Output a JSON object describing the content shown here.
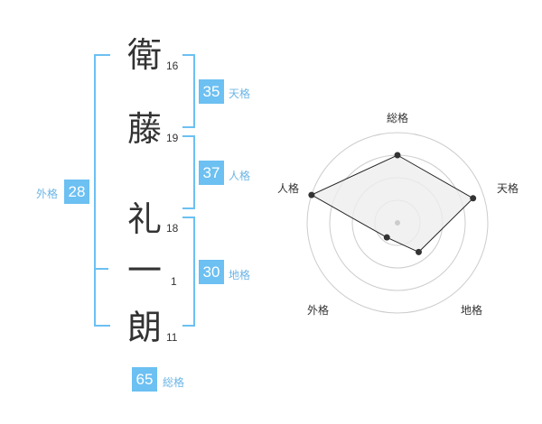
{
  "name": {
    "chars": [
      {
        "char": "衛",
        "strokes": "16"
      },
      {
        "char": "藤",
        "strokes": "19"
      },
      {
        "char": "礼",
        "strokes": "18"
      },
      {
        "char": "一",
        "strokes": "1"
      },
      {
        "char": "朗",
        "strokes": "11"
      }
    ]
  },
  "fortune": {
    "tenkaku": {
      "value": "35",
      "label": "天格"
    },
    "jinkaku": {
      "value": "37",
      "label": "人格"
    },
    "chikaku": {
      "value": "30",
      "label": "地格"
    },
    "gaikaku": {
      "value": "28",
      "label": "外格"
    },
    "soukaku": {
      "value": "65",
      "label": "総格"
    }
  },
  "colors": {
    "accent": "#6cc0f2",
    "label_text": "#6cb5e6",
    "text": "#333333",
    "radar_fill": "#eeeeee",
    "radar_ring": "#cccccc"
  },
  "chart_data": {
    "type": "radar",
    "axes": [
      "総格",
      "天格",
      "地格",
      "外格",
      "人格"
    ],
    "values": [
      0.75,
      0.88,
      0.4,
      0.2,
      1.0
    ],
    "range": [
      0,
      1
    ],
    "rings": 4
  }
}
